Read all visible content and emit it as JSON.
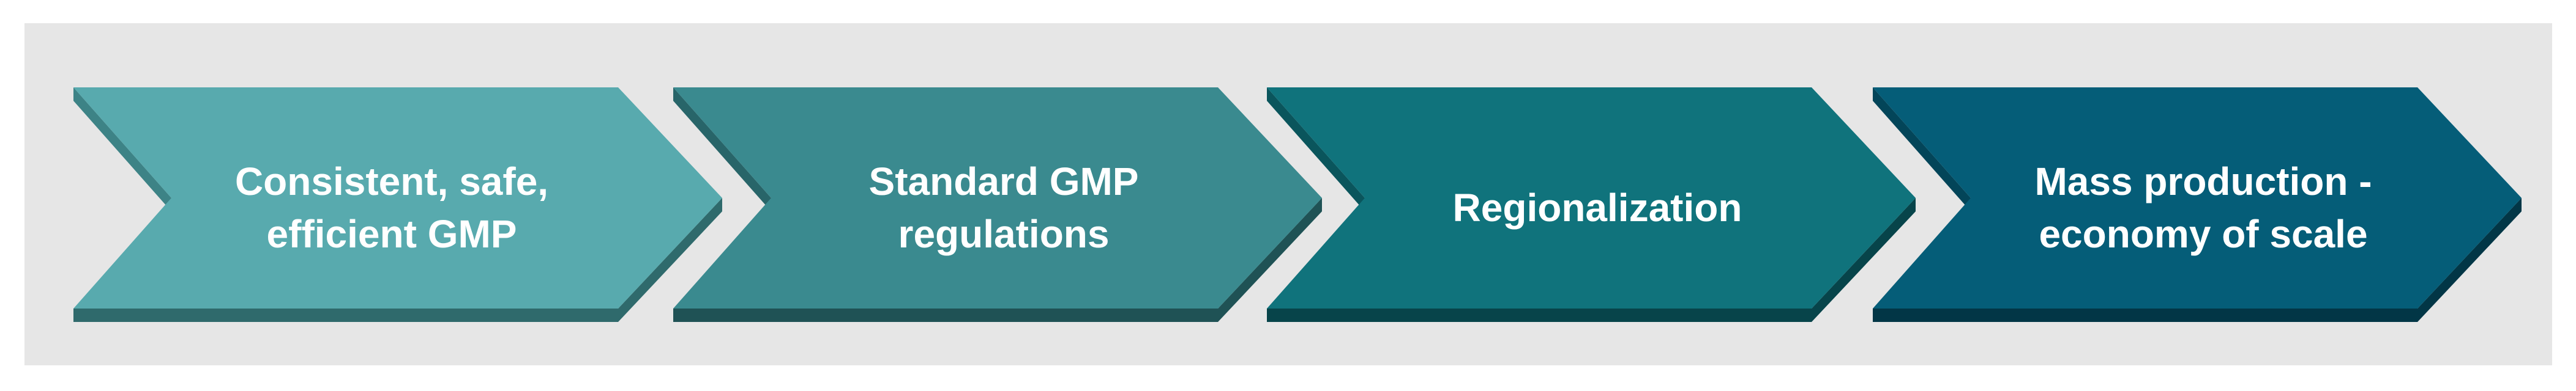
{
  "diagram": {
    "steps": [
      {
        "label": "Consistent, safe,\nefficient GMP",
        "color": "#58aaae",
        "shade": "#3d8386",
        "side": "#2f6a6c"
      },
      {
        "label": "Standard GMP\nregulations",
        "color": "#3a8a8f",
        "shade": "#286569",
        "side": "#1f5255"
      },
      {
        "label": "Regionalization",
        "color": "#10737c",
        "shade": "#0a555c",
        "side": "#07444a"
      },
      {
        "label": "Mass production -\neconomy of scale",
        "color": "#055d78",
        "shade": "#034559",
        "side": "#023646"
      }
    ],
    "background": "#e6e6e6"
  }
}
